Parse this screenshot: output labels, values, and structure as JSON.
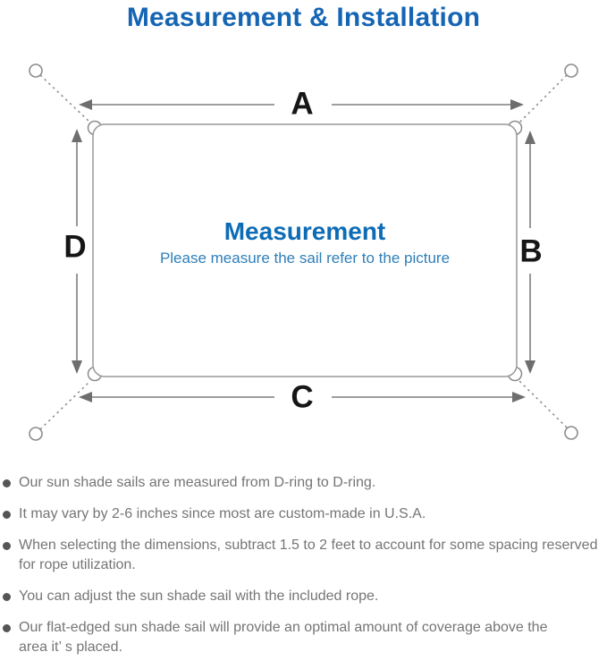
{
  "page": {
    "title": "Measurement & Installation"
  },
  "diagram": {
    "side_labels": {
      "top": "A",
      "right": "B",
      "bottom": "C",
      "left": "D"
    },
    "center": {
      "heading": "Measurement",
      "subtitle": "Please measure the sail refer to the picture"
    },
    "icons": {
      "anchor_point": "ring-icon",
      "sail_corner": "d-ring-icon",
      "rope": "dashed-rope-line",
      "dimension": "double-arrow"
    }
  },
  "notes": {
    "items": [
      "Our sun shade sails are measured from D-ring to D-ring.",
      "It may vary by 2-6 inches since most are custom-made in U.S.A.",
      "When selecting the dimensions, subtract 1.5 to 2 feet to account for some spacing reserved for rope utilization.",
      "You can adjust the sun shade sail with the included rope.",
      "Our flat-edged sun shade sail will provide an optimal amount of coverage above the area it’ s placed."
    ]
  },
  "colors": {
    "title_blue": "#1565b4",
    "heading_blue": "#0d6cb5",
    "subtitle_blue": "#2f7fb8",
    "line_gray": "#8c8c8c",
    "arrow_gray": "#6e6e6e",
    "label_black": "#161616",
    "note_gray": "#757575"
  }
}
